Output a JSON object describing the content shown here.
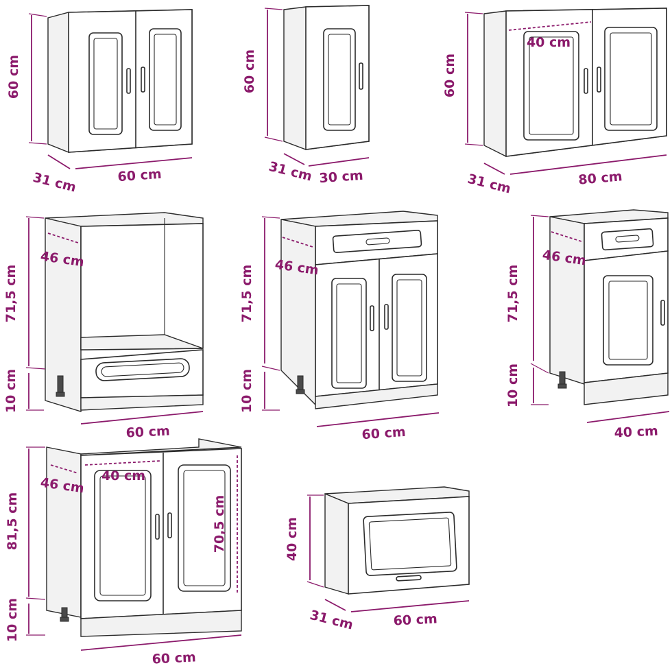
{
  "colors": {
    "dimension": "#8b1a6b",
    "outline": "#2b2b2b"
  },
  "cabinets": {
    "wall_double_60": {
      "height": "60 cm",
      "depth": "31 cm",
      "width": "60 cm"
    },
    "wall_single_30": {
      "height": "60 cm",
      "depth": "31 cm",
      "width": "30 cm"
    },
    "wall_double_80": {
      "height": "60 cm",
      "depth": "31 cm",
      "width": "80 cm",
      "inner_width": "40 cm"
    },
    "oven_60": {
      "height": "71,5 cm",
      "leg": "10 cm",
      "depth": "46 cm",
      "width": "60 cm"
    },
    "drawer_double_60": {
      "height": "71,5 cm",
      "leg": "10 cm",
      "depth": "46 cm",
      "width": "60 cm"
    },
    "drawer_single_40": {
      "height": "71,5 cm",
      "leg": "10 cm",
      "depth": "46 cm",
      "width": "40 cm"
    },
    "sink_60": {
      "height": "81,5 cm",
      "leg": "10 cm",
      "depth": "46 cm",
      "inner_width": "40 cm",
      "door_height": "70,5 cm",
      "width": "60 cm"
    },
    "flap_60": {
      "height": "40 cm",
      "depth": "31 cm",
      "width": "60 cm"
    }
  }
}
